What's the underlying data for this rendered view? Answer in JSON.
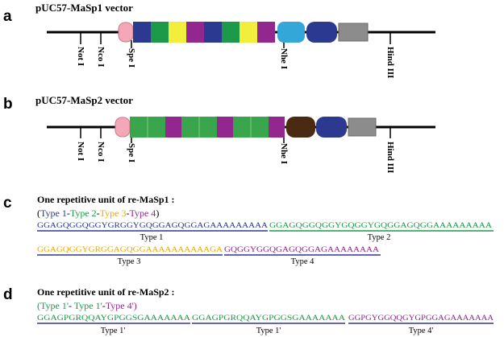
{
  "panels": {
    "a": {
      "letter": "a",
      "title": "pUC57-MaSp1 vector",
      "sites": [
        "Not I",
        "Nco I",
        "Spe I",
        "Nhe I",
        "Hind III"
      ]
    },
    "b": {
      "letter": "b",
      "title": "pUC57-MaSp2 vector",
      "sites": [
        "Not I",
        "Nco I",
        "Spe I",
        "Nhe I",
        "Hind III"
      ]
    },
    "c": {
      "letter": "c",
      "heading": "One repetitive unit of re-MaSp1 :",
      "order": [
        "Type 1",
        "Type 2",
        "Type 3",
        "Type 4"
      ],
      "separators": [
        "-",
        "-",
        "-"
      ],
      "seq1": "GGAGQGGQGGYGRGGYGQGGAGQGGAGAAAAAAAAA",
      "seq2": "GGAGQGGQGGYGQGGYGQGGAGQGGAAAAAAAAA",
      "seq3": "GGAGQGGYGRGGAGQGGAAAAAAAAAAGA",
      "seq4": "GQGGYGGQGAGQGGAGAAAAAAAA",
      "labels": [
        "Type 1",
        "Type 2",
        "Type 3",
        "Type 4"
      ]
    },
    "d": {
      "letter": "d",
      "heading": "One repetitive unit of re-MaSp2 :",
      "order": [
        "Type 1'",
        "Type 1'",
        "Type 4'"
      ],
      "separators": [
        "- ",
        "-"
      ],
      "seq1": "GGAGPGRQQAYGPGGSGAAAAAAA",
      "seq2": "GGAGPGRQQAYGPGGSGAAAAAAA",
      "seq3": "GGPGYGGQQGYGPGGAGAAAAAAA",
      "labels": [
        "Type 1'",
        "Type 1'",
        "Type 4'"
      ]
    }
  },
  "colors": {
    "type1": "#2b3990",
    "type2": "#1c9a4a",
    "type3": "#f2a900",
    "type4": "#92278f",
    "pink": "#f4a7b9",
    "cyan": "#34a7d9",
    "navy": "#2b3990",
    "gray": "#8c8c8c",
    "brown": "#4a2a10",
    "green": "#3aa64b",
    "yellow": "#f2ee3b",
    "purple": "#92278f"
  }
}
